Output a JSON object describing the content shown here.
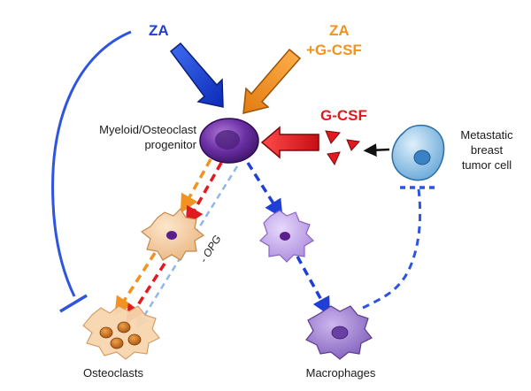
{
  "labels": {
    "za_left": "ZA",
    "za_right_line1": "ZA",
    "za_right_line2": "+G-CSF",
    "gcsf": "G-CSF",
    "progenitor_line1": "Myeloid/Osteoclast",
    "progenitor_line2": "progenitor",
    "tumor_line1": "Metastatic",
    "tumor_line2": "breast",
    "tumor_line3": "tumor cell",
    "opg": "- OPG",
    "osteoclasts": "Osteoclasts",
    "macrophages": "Macrophages"
  },
  "colors": {
    "blue": "#1f3fd6",
    "orange": "#f2921f",
    "red": "#e01a1f",
    "light_blue": "#8fb8ea",
    "progenitor": "#5a2a8a",
    "osteoclast_precursor": "#f1c79a",
    "macrophage": "#b79ae0",
    "tumor": "#7fb8e0"
  }
}
